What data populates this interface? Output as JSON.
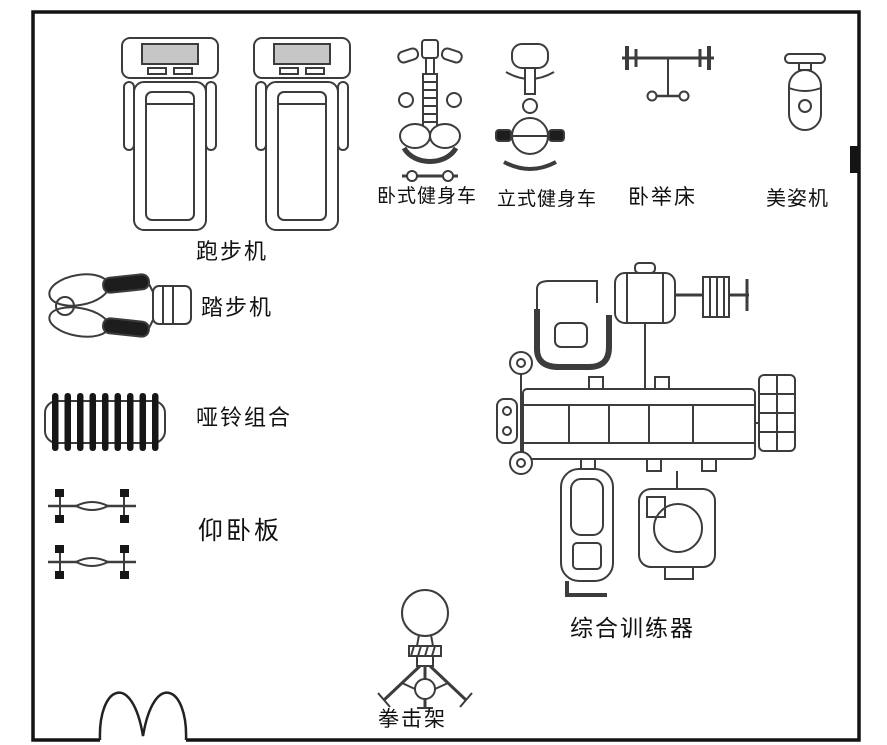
{
  "diagram": {
    "type": "gym-equipment-floor-plan",
    "labels": {
      "treadmill": "跑步机",
      "stepper": "踏步机",
      "recumbent_bike": "卧式健身车",
      "upright_bike": "立式健身车",
      "bench_press_bed": "卧举床",
      "beauty_posture_machine": "美姿机",
      "dumbbell_set": "哑铃组合",
      "situp_board": "仰卧板",
      "multi_trainer": "综合训练器",
      "boxing_stand": "拳击架"
    },
    "colors": {
      "wall": "#141414",
      "line": "#3c3c3c",
      "fill_dark": "#1a1a1a",
      "background": "#ffffff"
    }
  }
}
